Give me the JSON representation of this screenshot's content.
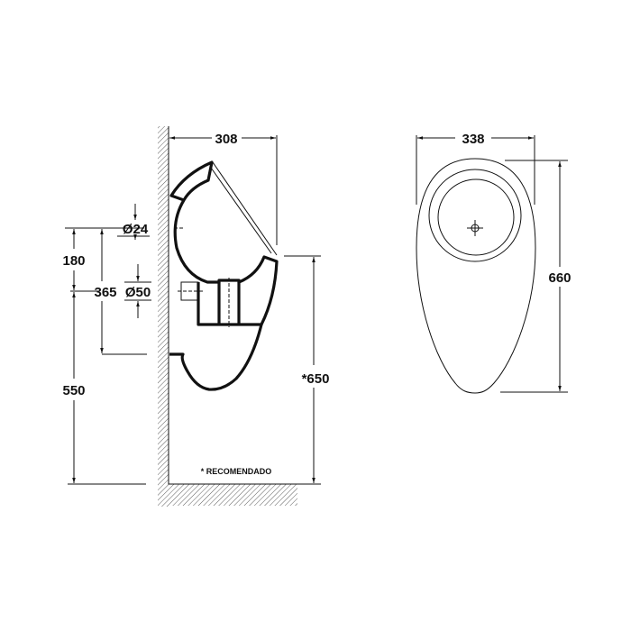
{
  "side_view": {
    "dimensions": {
      "depth": "308",
      "inlet_diameter": "Ø24",
      "outlet_diameter": "Ø50",
      "inlet_to_outlet": "180",
      "inlet_to_bottom_fixing": "365",
      "outlet_height": "550",
      "rim_height": "*650"
    },
    "note": "* RECOMENDADO"
  },
  "front_view": {
    "dimensions": {
      "width": "338",
      "height": "660"
    }
  },
  "colors": {
    "line": "#111111",
    "background": "#ffffff"
  }
}
